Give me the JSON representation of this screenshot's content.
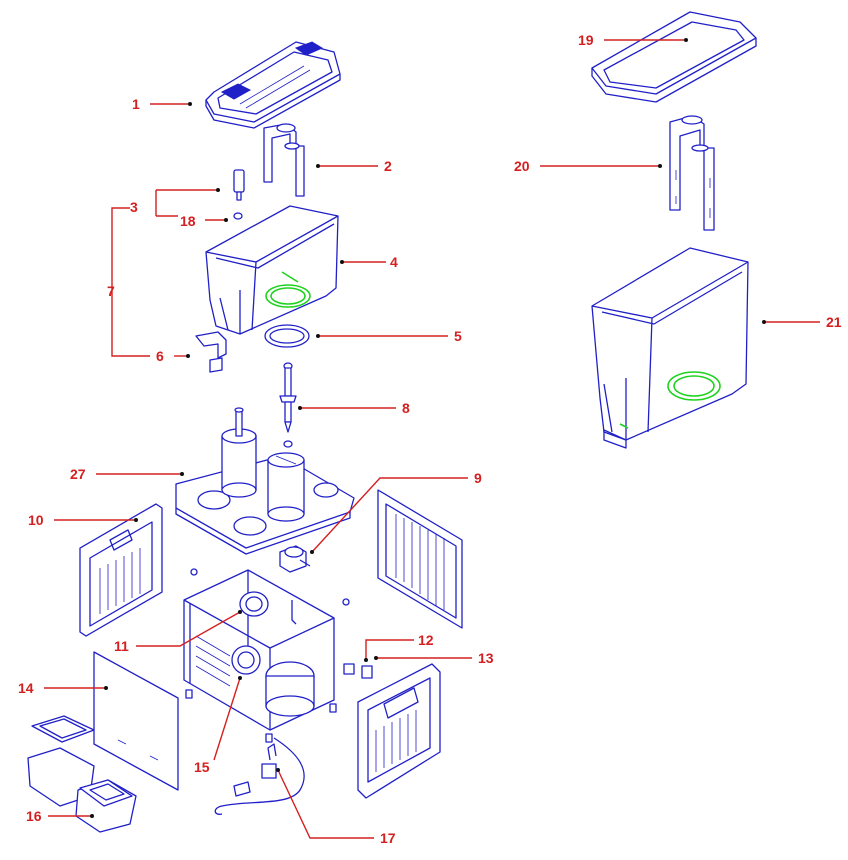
{
  "diagram": {
    "colors": {
      "label": "#d42020",
      "outline": "#2020c8",
      "seal": "#1fd21f",
      "background": "#ffffff"
    },
    "callouts": [
      {
        "id": "c1",
        "text": "1"
      },
      {
        "id": "c2",
        "text": "2"
      },
      {
        "id": "c3",
        "text": "3"
      },
      {
        "id": "c18",
        "text": "18"
      },
      {
        "id": "c7",
        "text": "7"
      },
      {
        "id": "c4",
        "text": "4"
      },
      {
        "id": "c5",
        "text": "5"
      },
      {
        "id": "c6",
        "text": "6"
      },
      {
        "id": "c8",
        "text": "8"
      },
      {
        "id": "c27",
        "text": "27"
      },
      {
        "id": "c9",
        "text": "9"
      },
      {
        "id": "c10",
        "text": "10"
      },
      {
        "id": "c11",
        "text": "11"
      },
      {
        "id": "c12",
        "text": "12"
      },
      {
        "id": "c13",
        "text": "13"
      },
      {
        "id": "c14",
        "text": "14"
      },
      {
        "id": "c15",
        "text": "15"
      },
      {
        "id": "c16",
        "text": "16"
      },
      {
        "id": "c17",
        "text": "17"
      },
      {
        "id": "c19",
        "text": "19"
      },
      {
        "id": "c20",
        "text": "20"
      },
      {
        "id": "c21",
        "text": "21"
      }
    ]
  }
}
